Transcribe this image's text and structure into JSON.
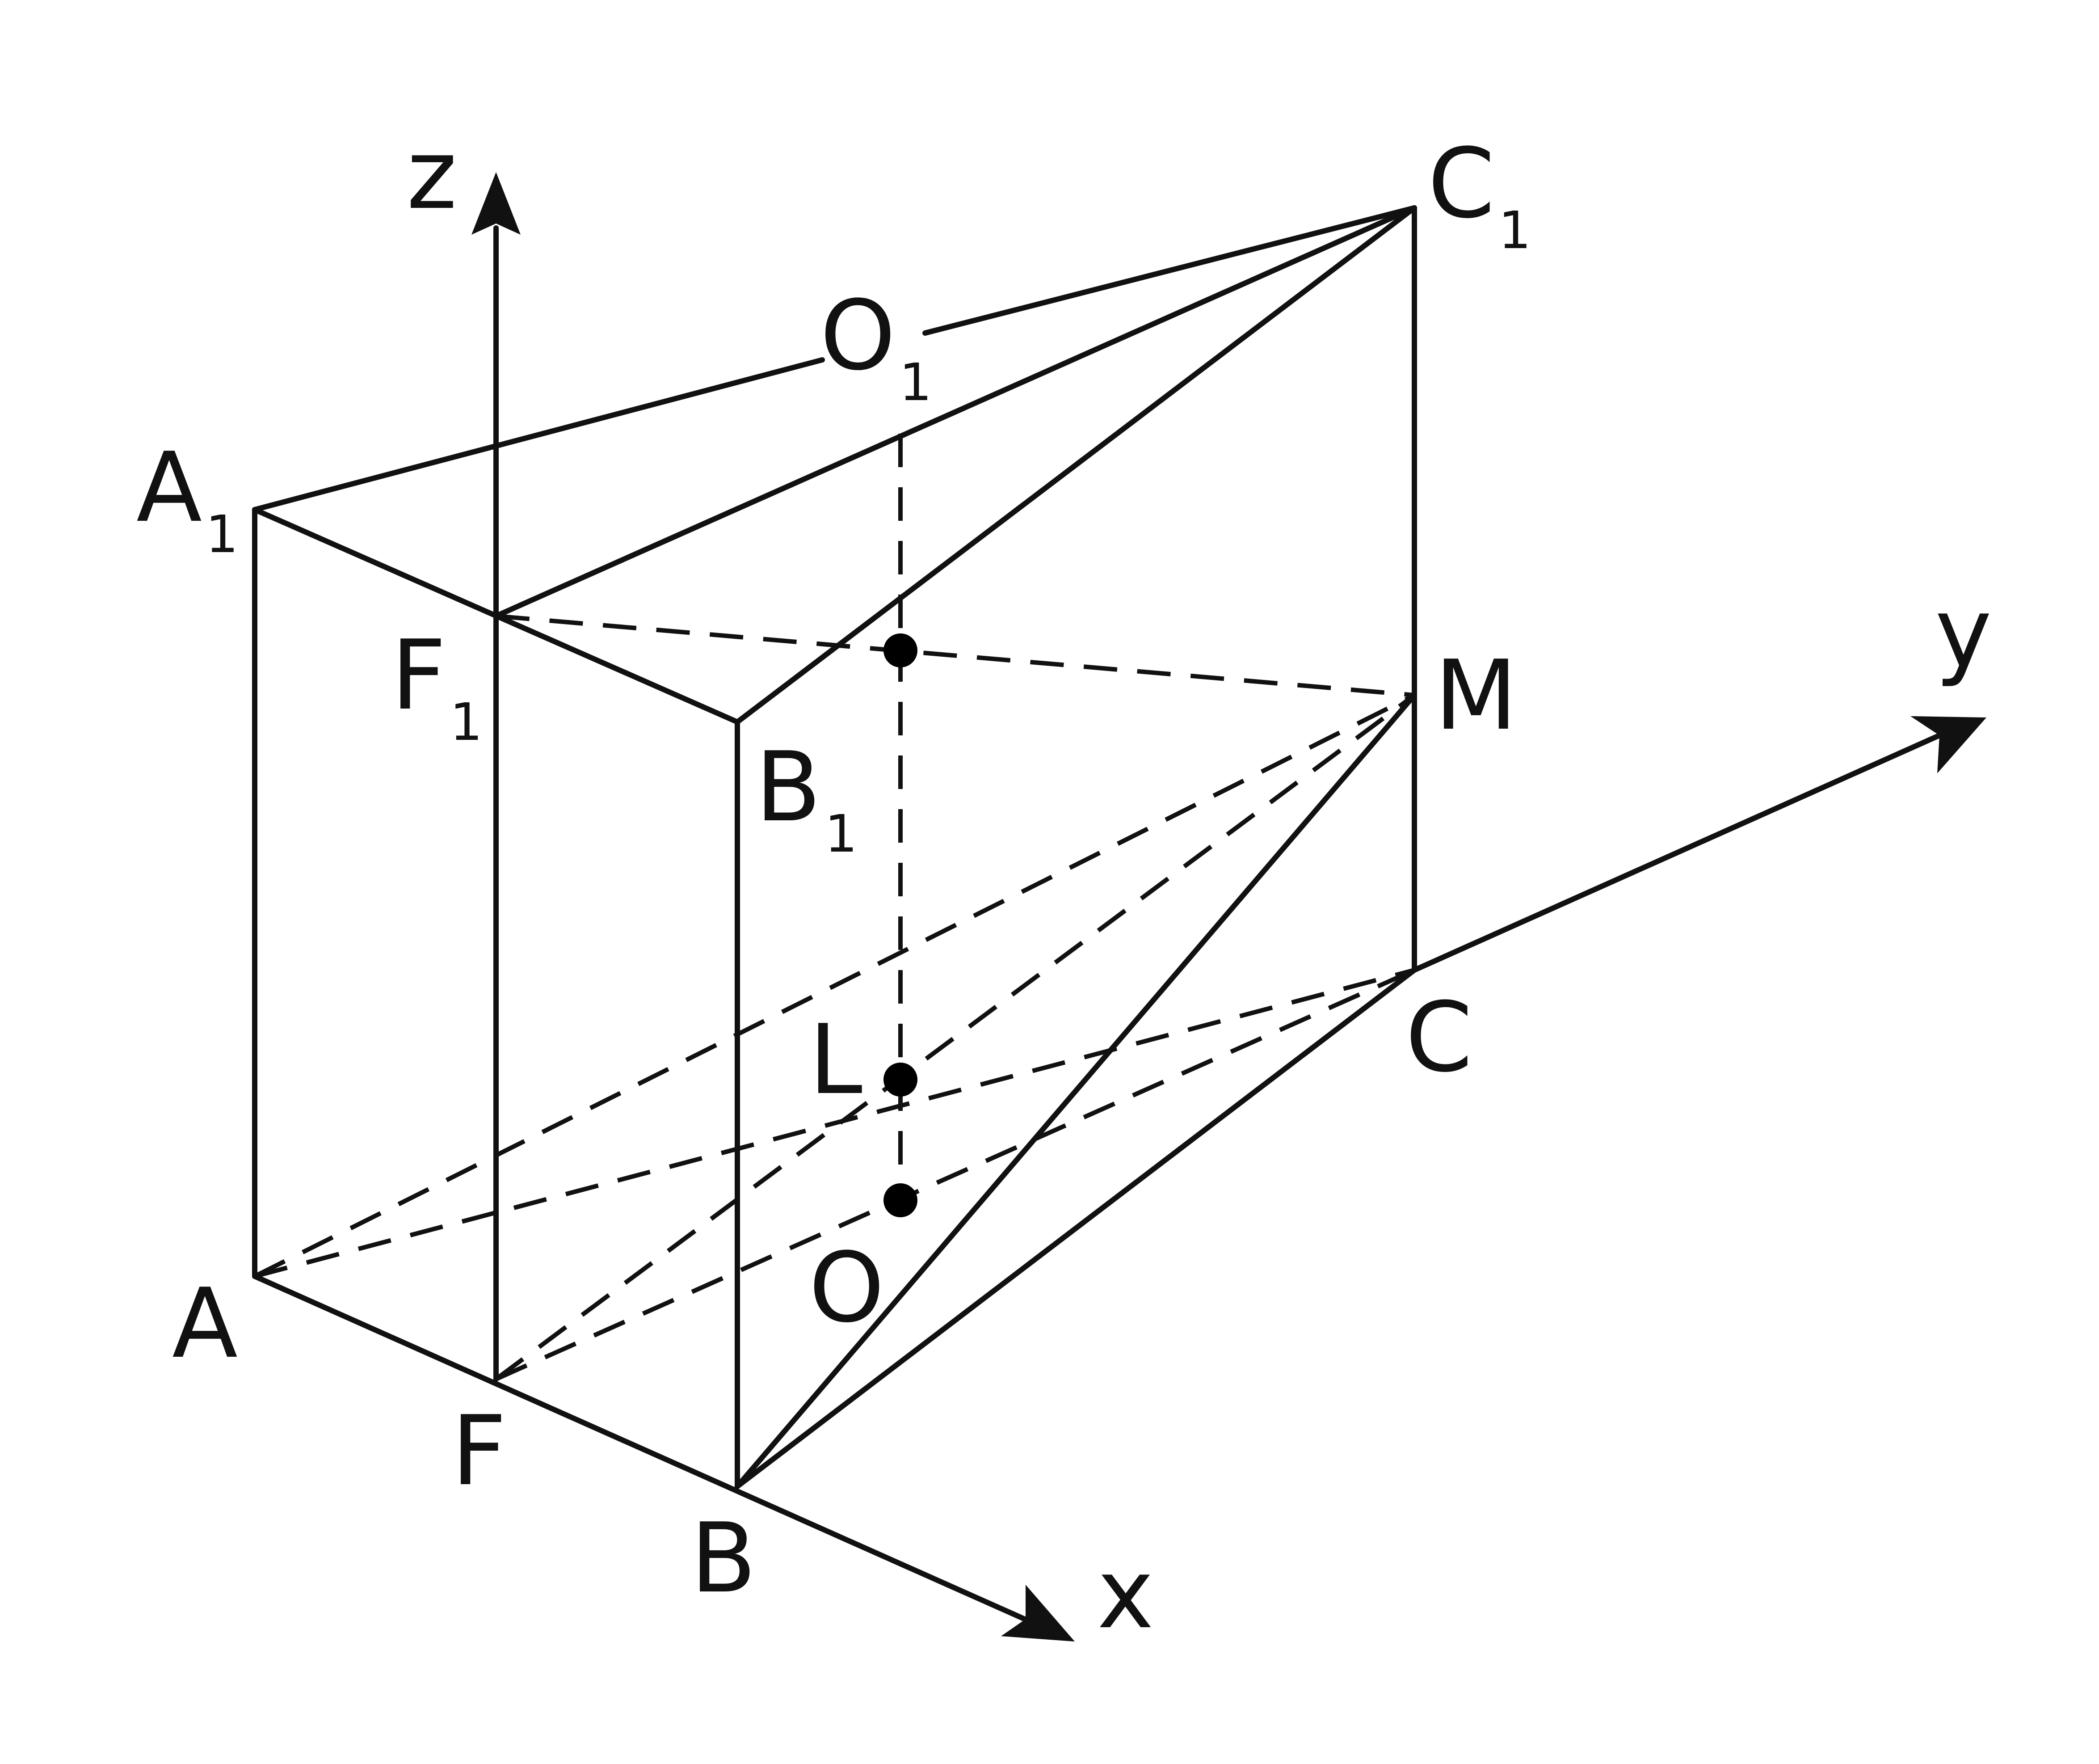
{
  "colors": {
    "line": "#111111",
    "point": "#000000",
    "background": "#ffffff"
  },
  "axes": {
    "x": "x",
    "y": "y",
    "z": "z"
  },
  "labels": {
    "A": {
      "text": "A",
      "sub": ""
    },
    "B": {
      "text": "B",
      "sub": ""
    },
    "C": {
      "text": "C",
      "sub": ""
    },
    "F": {
      "text": "F",
      "sub": ""
    },
    "O": {
      "text": "O",
      "sub": ""
    },
    "L": {
      "text": "L",
      "sub": ""
    },
    "M": {
      "text": "M",
      "sub": ""
    },
    "A1": {
      "text": "A",
      "sub": "1"
    },
    "B1": {
      "text": "B",
      "sub": "1"
    },
    "C1": {
      "text": "C",
      "sub": "1"
    },
    "F1": {
      "text": "F",
      "sub": "1"
    },
    "O1": {
      "text": "O",
      "sub": "1"
    }
  }
}
